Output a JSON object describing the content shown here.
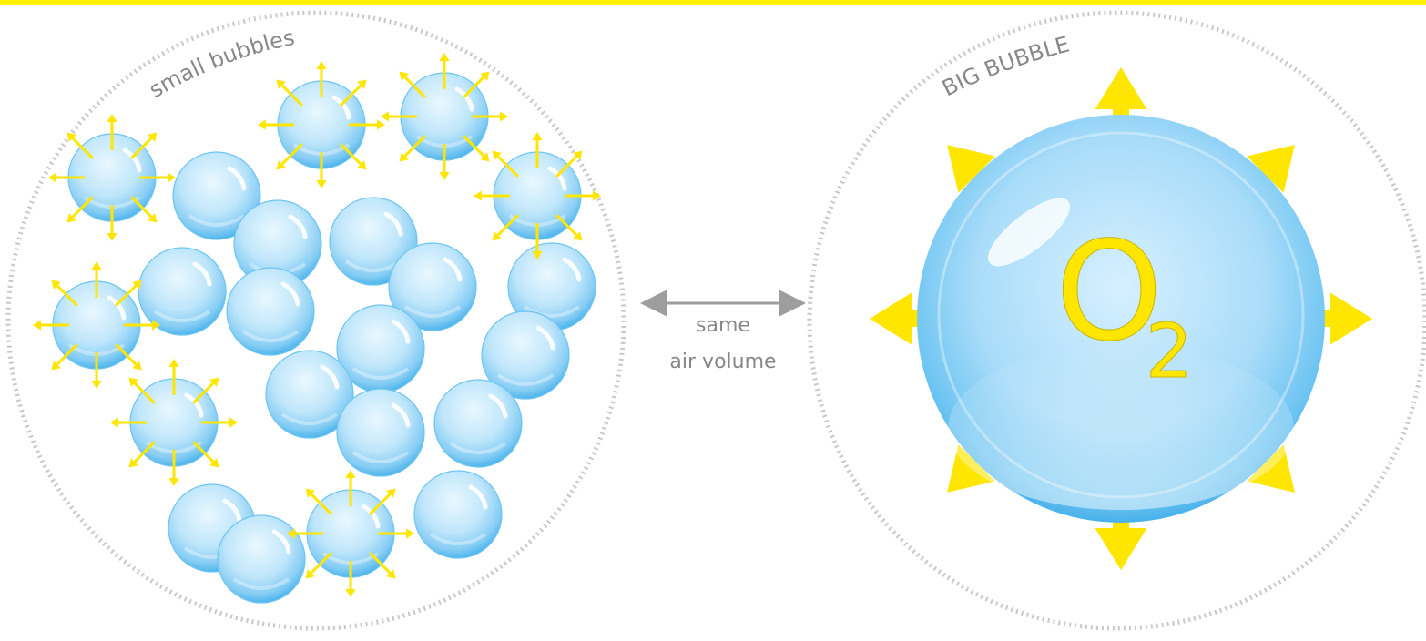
{
  "labels": {
    "small_circle_title": "small bubbles",
    "big_circle_title": "BIG BUBBLE",
    "comparison_line1": "same",
    "comparison_line2": "air volume",
    "gas_symbol": "O",
    "gas_subscript": "2"
  },
  "colors": {
    "top_border": "#fff200",
    "arrow": "#ffe600",
    "dotted_outline": "#c8c8c8",
    "comparison_arrow": "#9e9e9e",
    "label_text": "#888888",
    "bubble_light": "#e6f6ff",
    "bubble_mid": "#b9e3fb",
    "bubble_dark": "#4db6ee",
    "gas_text": "#ffe600"
  },
  "icons": {
    "bubble": "bubble-icon",
    "expansion_arrow": "arrow-icon",
    "comparison_arrow": "double-arrow-icon"
  }
}
